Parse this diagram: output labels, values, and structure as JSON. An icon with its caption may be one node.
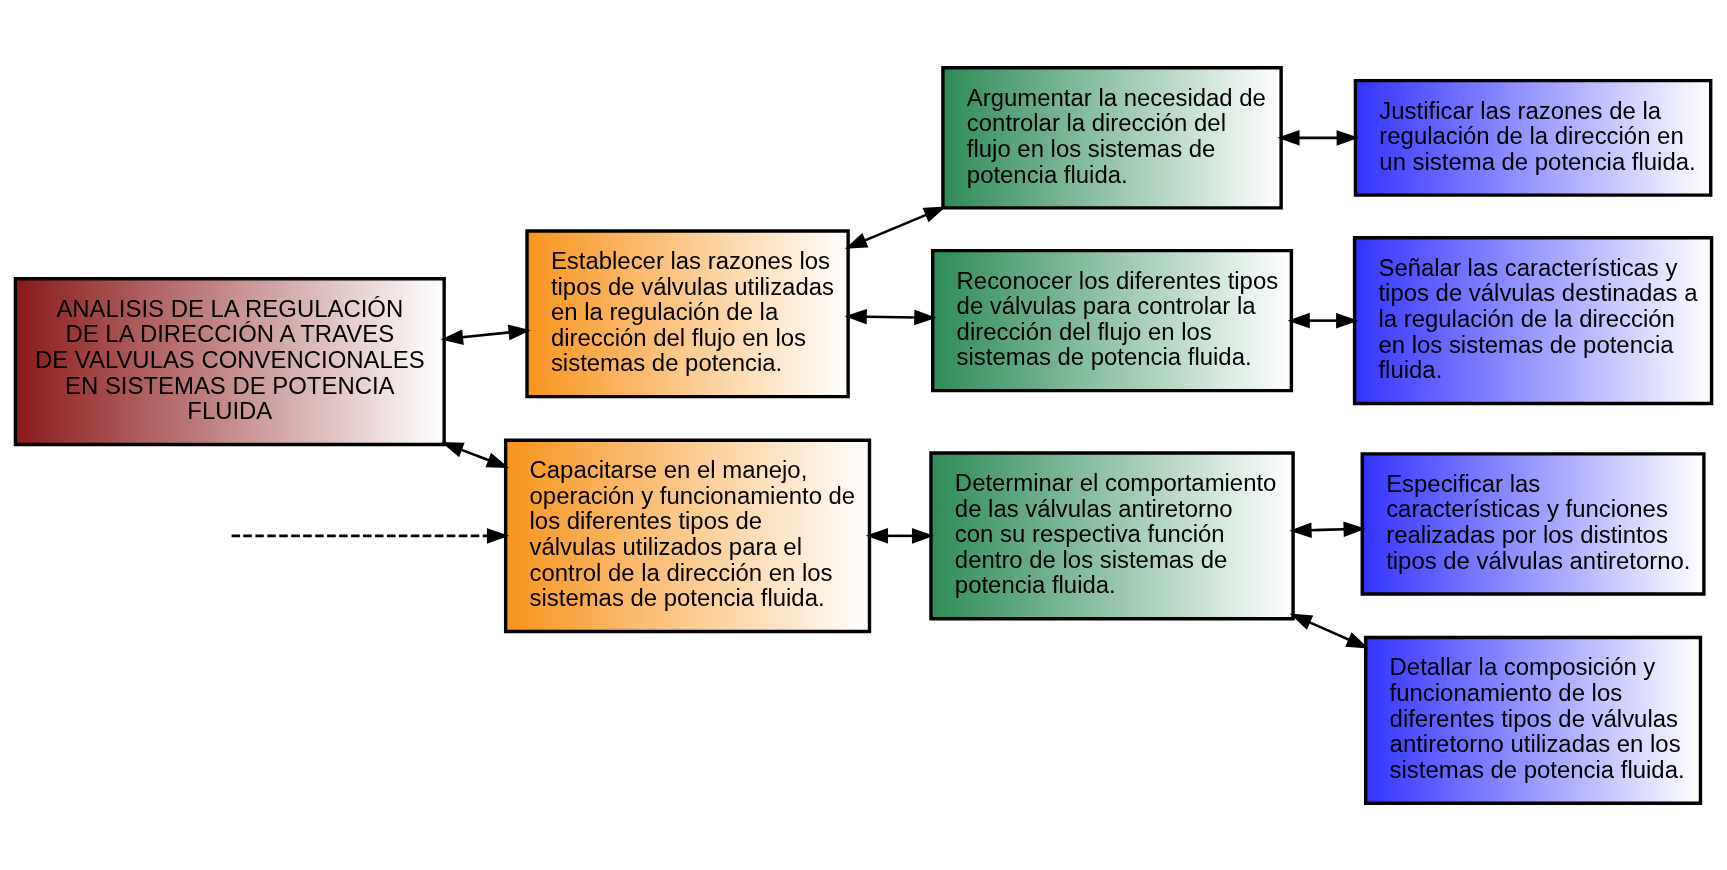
{
  "diagram": {
    "nodes": [
      {
        "text": [
          "ANALISIS DE LA REGULACIÓN DE LA DIRECCIÓN A TRAVES DE VALVULAS CONVENCIONALES EN SISTEMAS DE POTENCIA FLUIDA"
        ]
      },
      {
        "text": [
          "Establecer las razones los tipos de válvulas utilizadas en la regulación de la dirección del flujo en los sistemas de potencia."
        ]
      },
      {
        "text": [
          "Argumentar la necesidad de controlar la dirección del flujo en los sistemas de potencia fluida."
        ]
      },
      {
        "text": [
          "Justificar las razones de la regulación de la dirección en un sistema de potencia fluida."
        ]
      },
      {
        "text": [
          "Reconocer los diferentes tipos de válvulas para controlar la dirección del flujo en los sistemas de potencia fluida."
        ]
      },
      {
        "text": [
          "Señalar las características y tipos de válvulas destinadas a la regulación de la dirección en los sistemas de potencia fluida."
        ]
      },
      {
        "text": [
          "Capacitarse en el manejo, operación y funcionamiento de los diferentes tipos de válvulas utilizados para el control de la dirección en los sistemas de potencia fluida."
        ]
      },
      {
        "text": [
          "Determinar el comportamiento de las válvulas antiretorno con su respectiva función dentro de los sistemas de potencia fluida."
        ]
      },
      {
        "text": [
          "Especificar las características y funciones realizadas por los distintos tipos de válvulas antiretorno."
        ]
      },
      {
        "text": [
          "Detallar la composición y funcionamiento de los diferentes tipos de válvulas antiretorno utilizadas en los sistemas de potencia fluida."
        ]
      }
    ],
    "edges": [
      {
        "from": 0,
        "to": 1,
        "arrow": "both"
      },
      {
        "from": 1,
        "to": 2,
        "arrow": "both"
      },
      {
        "from": 1,
        "to": 4,
        "arrow": "both"
      },
      {
        "from": 2,
        "to": 3,
        "arrow": "both"
      },
      {
        "from": 4,
        "to": 5,
        "arrow": "both"
      },
      {
        "from": 0,
        "to": 6,
        "arrow": "both"
      },
      {
        "from": 6,
        "to": 7,
        "arrow": "both"
      },
      {
        "from": 7,
        "to": 8,
        "arrow": "both"
      },
      {
        "from": 7,
        "to": 9,
        "arrow": "both"
      },
      {
        "from": null,
        "to": 6,
        "arrow": "to",
        "style": "dashed"
      }
    ]
  }
}
